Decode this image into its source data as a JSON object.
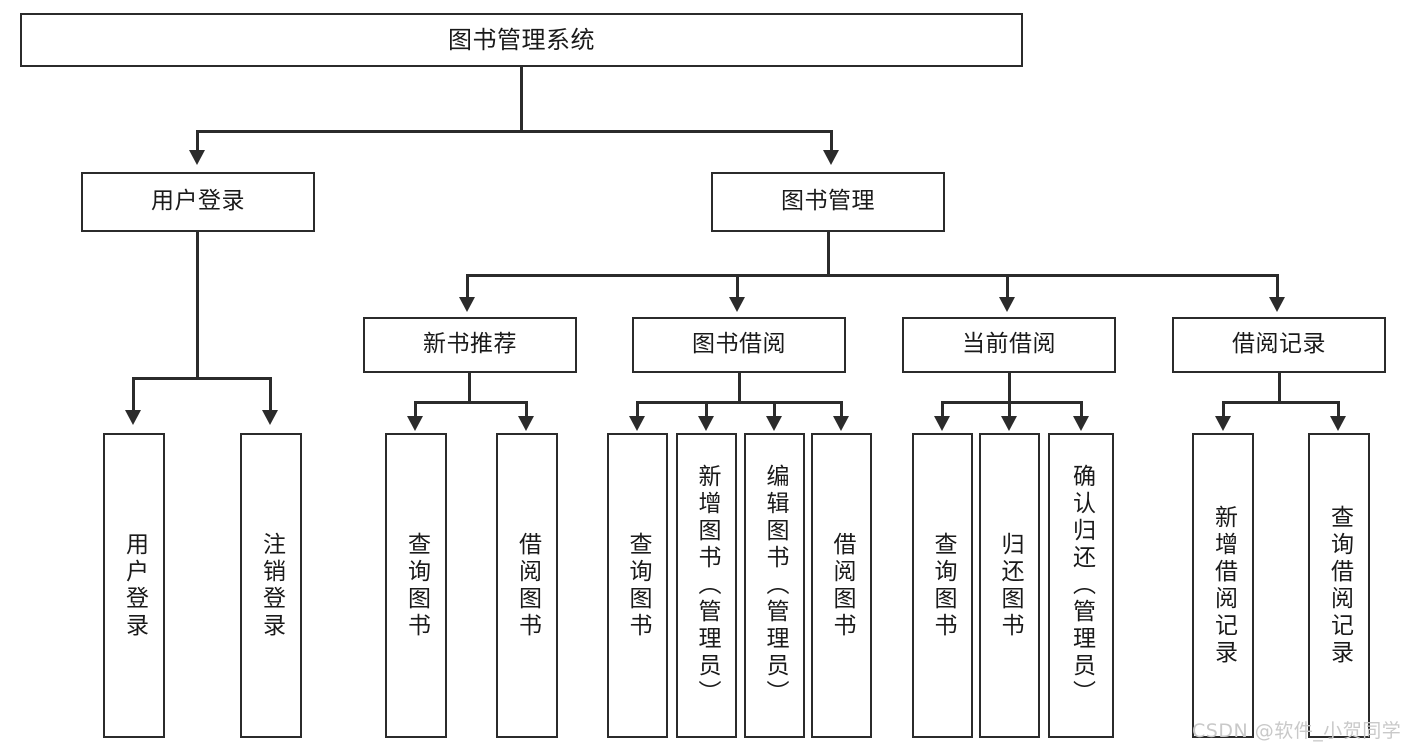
{
  "diagram": {
    "title": "图书管理系统",
    "type": "tree",
    "watermark": "CSDN @软件_小贺同学",
    "colors": {
      "stroke": "#2b2b2b",
      "fill": "#ffffff",
      "text": "#1a1a1a",
      "watermark": "#c9c9c9"
    }
  },
  "root": {
    "label": "图书管理系统"
  },
  "level2": [
    {
      "label": "用户登录"
    },
    {
      "label": "图书管理"
    }
  ],
  "level3": [
    {
      "label": "新书推荐"
    },
    {
      "label": "图书借阅"
    },
    {
      "label": "当前借阅"
    },
    {
      "label": "借阅记录"
    }
  ],
  "leaves": {
    "user_login": [
      {
        "label": "用户登录"
      },
      {
        "label": "注销登录"
      }
    ],
    "new_book": [
      {
        "label": "查询图书"
      },
      {
        "label": "借阅图书"
      }
    ],
    "borrow_book": [
      {
        "label": "查询图书"
      },
      {
        "label": "新增图书（管理员）"
      },
      {
        "label": "编辑图书（管理员）"
      },
      {
        "label": "借阅图书"
      }
    ],
    "current_borrow": [
      {
        "label": "查询图书"
      },
      {
        "label": "归还图书"
      },
      {
        "label": "确认归还（管理员）"
      }
    ],
    "borrow_record": [
      {
        "label": "新增借阅记录"
      },
      {
        "label": "查询借阅记录"
      }
    ]
  }
}
